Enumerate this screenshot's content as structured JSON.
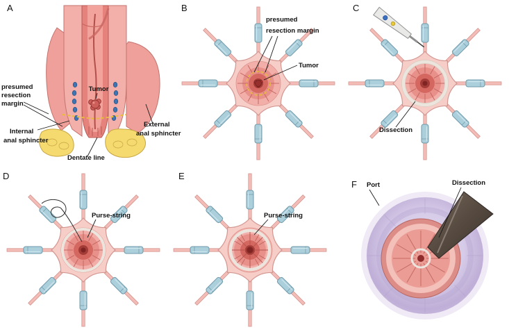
{
  "panels": {
    "a": {
      "letter": "A",
      "labels": {
        "presumed_l1": "presumed",
        "presumed_l2": "resection",
        "presumed_l3": "margin",
        "tumor": "Tumor",
        "internal_l1": "Internal",
        "internal_l2": "anal sphincter",
        "external_l1": "External",
        "external_l2": "anal sphincter",
        "dentate": "Dentate line"
      }
    },
    "b": {
      "letter": "B",
      "labels": {
        "margin_l1": "presumed",
        "margin_l2": "resection margin",
        "tumor": "Tumor"
      }
    },
    "c": {
      "letter": "C",
      "labels": {
        "dissection": "Dissection"
      }
    },
    "d": {
      "letter": "D",
      "labels": {
        "purse_string": "Purse-string"
      }
    },
    "e": {
      "letter": "E",
      "labels": {
        "purse_string": "Purse-string"
      }
    },
    "f": {
      "letter": "F",
      "labels": {
        "port": "Port",
        "dissection": "Dissection"
      }
    }
  },
  "colors": {
    "tissue_light": "#f7cdc8",
    "tissue_mid": "#e8918b",
    "tissue_deep": "#a33b37",
    "retractor_blue": "#abcfdb",
    "fat_yellow": "#f5da70",
    "margin_yellow": "#e9be37",
    "vessel_blue": "#3f74b2",
    "port_lavender": "#cdc0df",
    "instrument_gray": "#e9e9e7",
    "instrument_dark": "#4a3f38",
    "suture_white": "#ece5de"
  }
}
